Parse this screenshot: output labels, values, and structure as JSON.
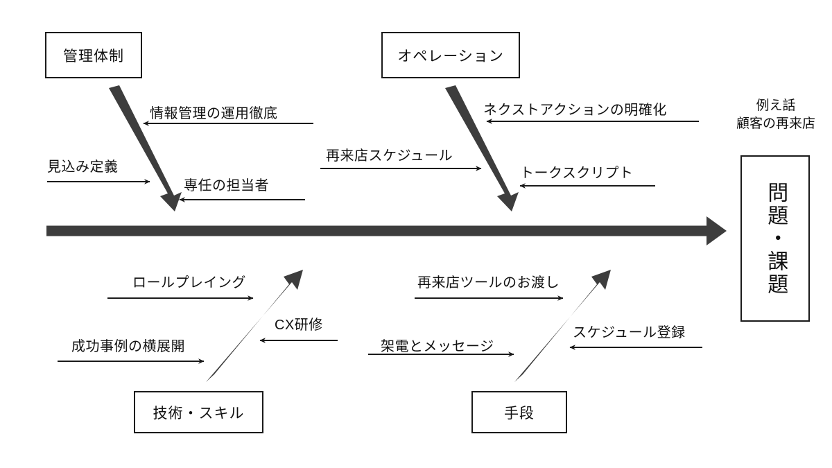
{
  "diagram": {
    "type": "fishbone-ishikawa",
    "title_caption": {
      "line1": "例え話",
      "line2": "顧客の再来店"
    },
    "effect": {
      "label": "問題・課題",
      "chars": "問題・課題"
    },
    "spine": {
      "direction": "left-to-right",
      "color": "#3d3d3d"
    },
    "categories": [
      {
        "id": "management",
        "label": "管理体制",
        "position": "top-left",
        "causes": [
          {
            "label": "情報管理の運用徹底",
            "arrow": "left"
          },
          {
            "label": "見込み定義",
            "arrow": "right"
          },
          {
            "label": "専任の担当者",
            "arrow": "left"
          }
        ]
      },
      {
        "id": "operation",
        "label": "オペレーション",
        "position": "top-right",
        "causes": [
          {
            "label": "ネクストアクションの明確化",
            "arrow": "left"
          },
          {
            "label": "再来店スケジュール",
            "arrow": "right"
          },
          {
            "label": "トークスクリプト",
            "arrow": "left"
          }
        ]
      },
      {
        "id": "skill",
        "label": "技術・スキル",
        "position": "bottom-left",
        "causes": [
          {
            "label": "ロールプレイング",
            "arrow": "right"
          },
          {
            "label": "成功事例の横展開",
            "arrow": "right"
          },
          {
            "label": "CX研修",
            "arrow": "left"
          }
        ]
      },
      {
        "id": "method",
        "label": "手段",
        "position": "bottom-right",
        "causes": [
          {
            "label": "再来店ツールのお渡し",
            "arrow": "right"
          },
          {
            "label": "架電とメッセージ",
            "arrow": "right"
          },
          {
            "label": "スケジュール登録",
            "arrow": "left"
          }
        ]
      }
    ],
    "colors": {
      "background": "#ffffff",
      "bone": "#3d3d3d",
      "outline": "#1a1a1a",
      "text": "#111111",
      "thin_arrow": "#1a1a1a"
    }
  }
}
